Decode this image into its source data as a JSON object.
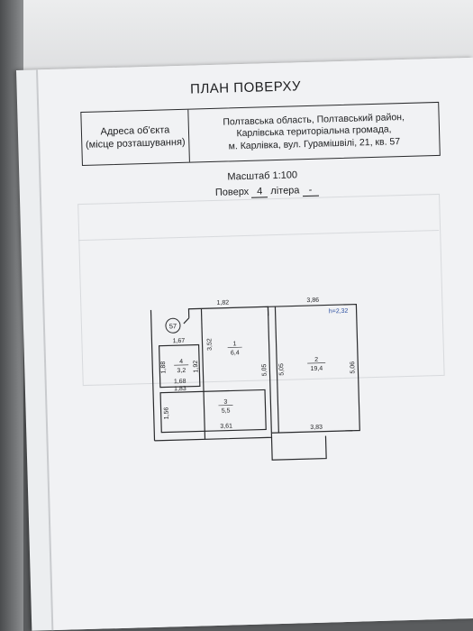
{
  "document": {
    "title": "ПЛАН ПОВЕРХУ",
    "address_label_line1": "Адреса об'єкта",
    "address_label_line2": "(місце розташування)",
    "address_line1": "Полтавська область, Полтавський район,",
    "address_line2": "Карлівська територіальна громада,",
    "address_line3": "м. Карлівка, вул. Гурамішвілі, 21, кв. 57",
    "scale_text": "Масштаб 1:100",
    "floor_label": "Поверх",
    "floor_value": "4",
    "litera_label": "літера",
    "litera_value": "-"
  },
  "plan": {
    "apartment_number": "57",
    "ceiling_height": "h=2,32",
    "rooms": [
      {
        "number": "1",
        "area": "6,4"
      },
      {
        "number": "2",
        "area": "19,4"
      },
      {
        "number": "3",
        "area": "5,5"
      },
      {
        "number": "4",
        "area": "3,2"
      }
    ],
    "dimensions": {
      "top_left": "1,82",
      "top_right": "3,86",
      "hall_height": "3,52",
      "hall_wall_left": "5,05",
      "room2_left": "5,05",
      "room2_right": "5,06",
      "bath_top": "1,67",
      "bath_left": "1,88",
      "bath_right": "1,92",
      "bath_bottom": "1,68",
      "kitchen_top": "1,83",
      "kitchen_left": "1,56",
      "kitchen_bottom": "3,61",
      "room2_bottom": "3,83"
    }
  }
}
